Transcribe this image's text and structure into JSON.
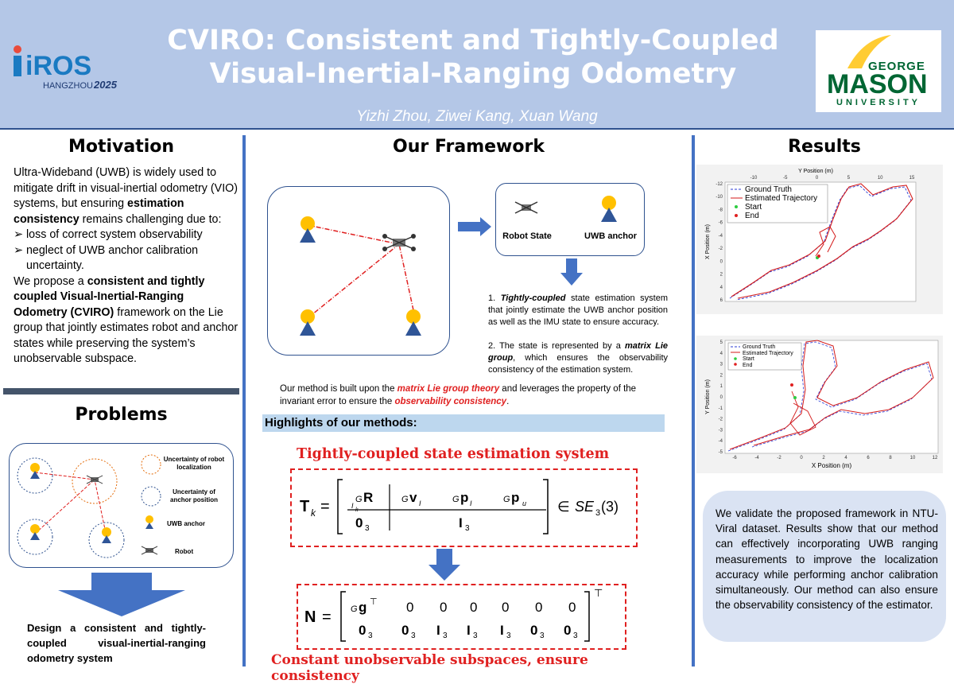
{
  "header": {
    "title_line1": "CVIRO: Consistent and Tightly-Coupled",
    "title_line2": "Visual-Inertial-Ranging Odometry",
    "authors": "Yizhi Zhou, Ziwei Kang, Xuan Wang",
    "conf_logo_text": "iROS",
    "conf_city": "HANGZHOU",
    "conf_year": "2025",
    "univ_line1": "GEORGE",
    "univ_line2": "MASON",
    "univ_line3": "UNIVERSITY"
  },
  "motivation": {
    "heading": "Motivation",
    "p1_a": "Ultra-Wideband (UWB) is widely used to mitigate drift in visual-inertial odometry (VIO) systems, but ensuring ",
    "p1_bold": "estimation consistency",
    "p1_b": " remains challenging due to:",
    "bullet1": "loss of correct system observability",
    "bullet2": "neglect of UWB anchor calibration uncertainty.",
    "p2_a": "We propose a ",
    "p2_bold1": "consistent and tightly coupled Visual-Inertial-Ranging Odometry (CVIRO)",
    "p2_b": " framework on the Lie group that jointly estimates robot and anchor states while preserving the system’s unobservable subspace."
  },
  "problems": {
    "heading": "Problems",
    "legend1": "Uncertainty of robot localization",
    "legend2": "Uncertainty of anchor position",
    "legend3": "UWB anchor",
    "legend4": "Robot",
    "conclusion": "Design a consistent and tightly-coupled visual-inertial-ranging odometry system"
  },
  "framework": {
    "heading": "Our Framework",
    "robot_state": "Robot State",
    "uwb_anchor": "UWB anchor",
    "point1_num": "1.",
    "point1_bold": "Tightly-coupled",
    "point1_rest": " state estimation system that jointly estimate the UWB anchor position as well as the IMU state to ensure accuracy.",
    "point2_a": "2. The state is represented by a ",
    "point2_bold": "matrix Lie group",
    "point2_rest": ", which ensures the observability consistency of the estimation system.",
    "method_a": "Our method is built upon the ",
    "method_red1": "matrix Lie group theory",
    "method_b": " and leverages the property of the invariant error to ensure the ",
    "method_red2": "observability consistency",
    "method_c": ".",
    "highlights": "Highlights of our methods:",
    "tc_title": "Tightly-coupled state estimation system",
    "cu_title": "Constant unobservable subspaces, ensure consistency"
  },
  "results": {
    "heading": "Results",
    "text": "We validate the proposed framework in NTU-Viral dataset. Results show that our method can effectively incorporating UWB ranging measurements to improve the localization accuracy while performing anchor calibration simultaneously. Our method can also ensure the observability consistency of the estimator.",
    "plot1": {
      "xlabel": "Y Position (m)",
      "ylabel": "X Position (m)",
      "xticks": [
        "-10",
        "-5",
        "0",
        "5",
        "10",
        "15"
      ],
      "yticks": [
        "-12",
        "-10",
        "-8",
        "-6",
        "-4",
        "-2",
        "0",
        "2",
        "4",
        "6"
      ],
      "legend": [
        "Ground Truth",
        "Estimated Trajectory",
        "Start",
        "End"
      ]
    },
    "plot2": {
      "xlabel": "X Position (m)",
      "ylabel": "Y Position (m)",
      "xticks": [
        "-6",
        "-4",
        "-2",
        "0",
        "2",
        "4",
        "6",
        "8",
        "10",
        "12"
      ],
      "yticks": [
        "5",
        "4",
        "3",
        "2",
        "1",
        "0",
        "-1",
        "-2",
        "-3",
        "-4",
        "-5"
      ],
      "legend": [
        "Ground Truth",
        "Estimated Trajectory",
        "Start",
        "End"
      ]
    }
  },
  "colors": {
    "header_bg": "#b4c7e7",
    "divider": "#4472c4",
    "red": "#e02020",
    "highlight_bar": "#bdd7ee",
    "gmu_green": "#006633",
    "gmu_gold": "#ffcc33"
  }
}
